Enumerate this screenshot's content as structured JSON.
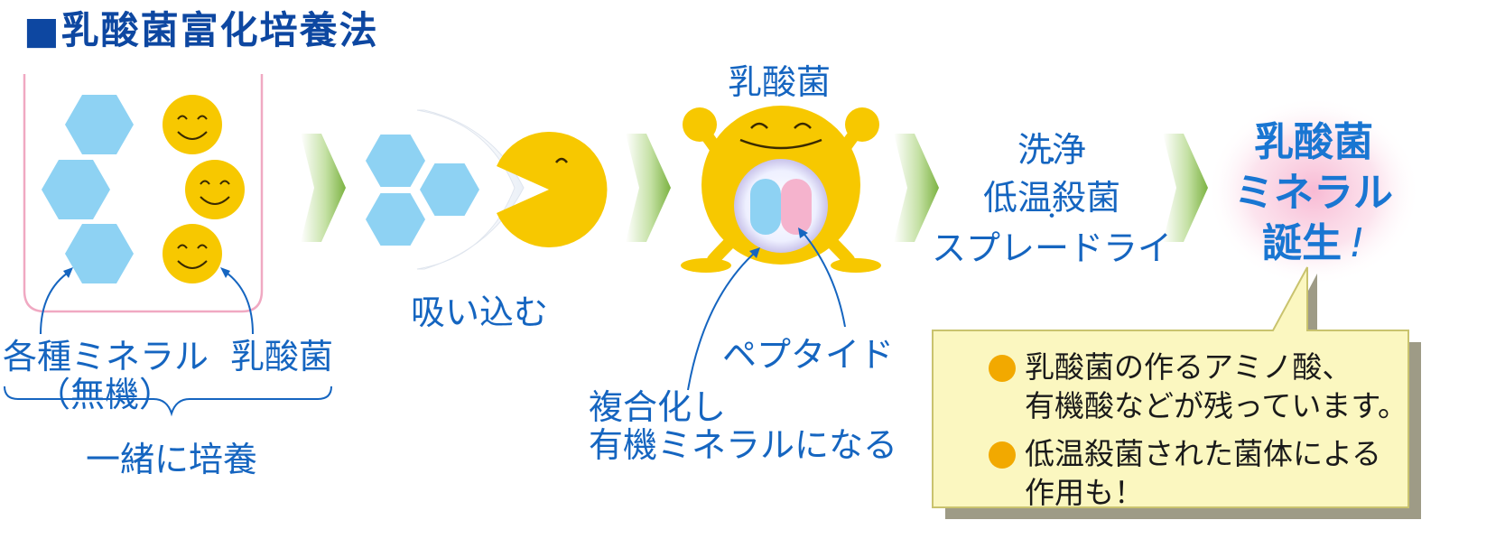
{
  "title": "■乳酸菌富化培養法",
  "culture": {
    "minerals_label": "各種ミネラル",
    "minerals_sub": "（無機）",
    "bacteria_label": "乳酸菌",
    "bottom_label": "一緒に培養"
  },
  "absorb_label": "吸い込む",
  "bacterium": {
    "title": "乳酸菌",
    "peptide_label": "ペプタイド",
    "complex_line1": "複合化し",
    "complex_line2": "有機ミネラルになる"
  },
  "process": {
    "line1": "洗浄",
    "dot1": "・",
    "line2": "低温殺菌",
    "dot2": "・",
    "line3": "スプレードライ"
  },
  "result": {
    "line1": "乳酸菌",
    "line2": "ミネラル",
    "line3": "誕生",
    "exclaim": "!"
  },
  "notes": [
    {
      "line1": "乳酸菌の作るアミノ酸、",
      "line2": "有機酸などが残っています。"
    },
    {
      "line1": "低温殺菌された菌体による",
      "line2": "作用も！"
    }
  ],
  "colors": {
    "text_blue": "#1565c0",
    "title_blue": "#0d47a1",
    "hexagon": "#8ed2f3",
    "smiley": "#f7c800",
    "arrow_green": "#8bc34a",
    "callout_fill": "#fbf7c0",
    "bullet": "#f2a900",
    "pink_glow": "#f7b2cf"
  },
  "icons": [
    "hexagon-mineral-icon",
    "smiley-bacteria-icon",
    "pacman-bacteria-icon",
    "green-arrow-icon",
    "speech-callout"
  ]
}
